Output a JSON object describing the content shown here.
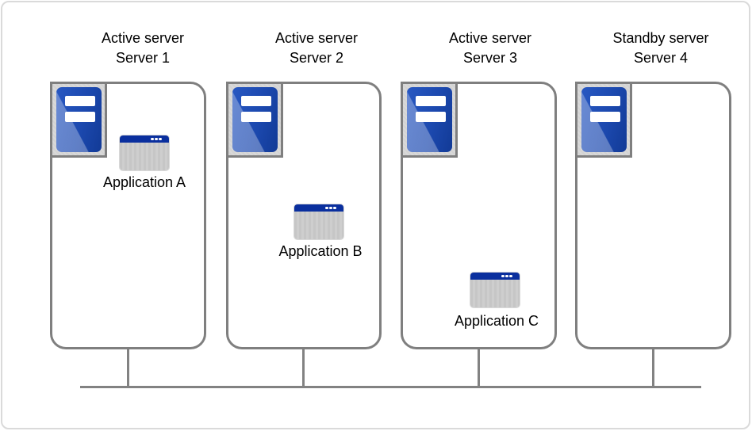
{
  "servers": [
    {
      "role": "Active server",
      "name": "Server 1",
      "app": "Application A"
    },
    {
      "role": "Active server",
      "name": "Server 2",
      "app": "Application B"
    },
    {
      "role": "Active server",
      "name": "Server 3",
      "app": "Application C"
    },
    {
      "role": "Standby server",
      "name": "Server 4"
    }
  ],
  "icons": {
    "server": "server-tower-icon",
    "application": "app-window-icon"
  },
  "colors": {
    "server_blue": "#1c49af",
    "app_titlebar_blue": "#0a2f9e",
    "outline_gray": "#7f7f7f",
    "network_gray": "#828282",
    "chip_gray": "#d6d6d6",
    "window_body_gray": "#cacaca",
    "frame_gray": "#dadada"
  }
}
